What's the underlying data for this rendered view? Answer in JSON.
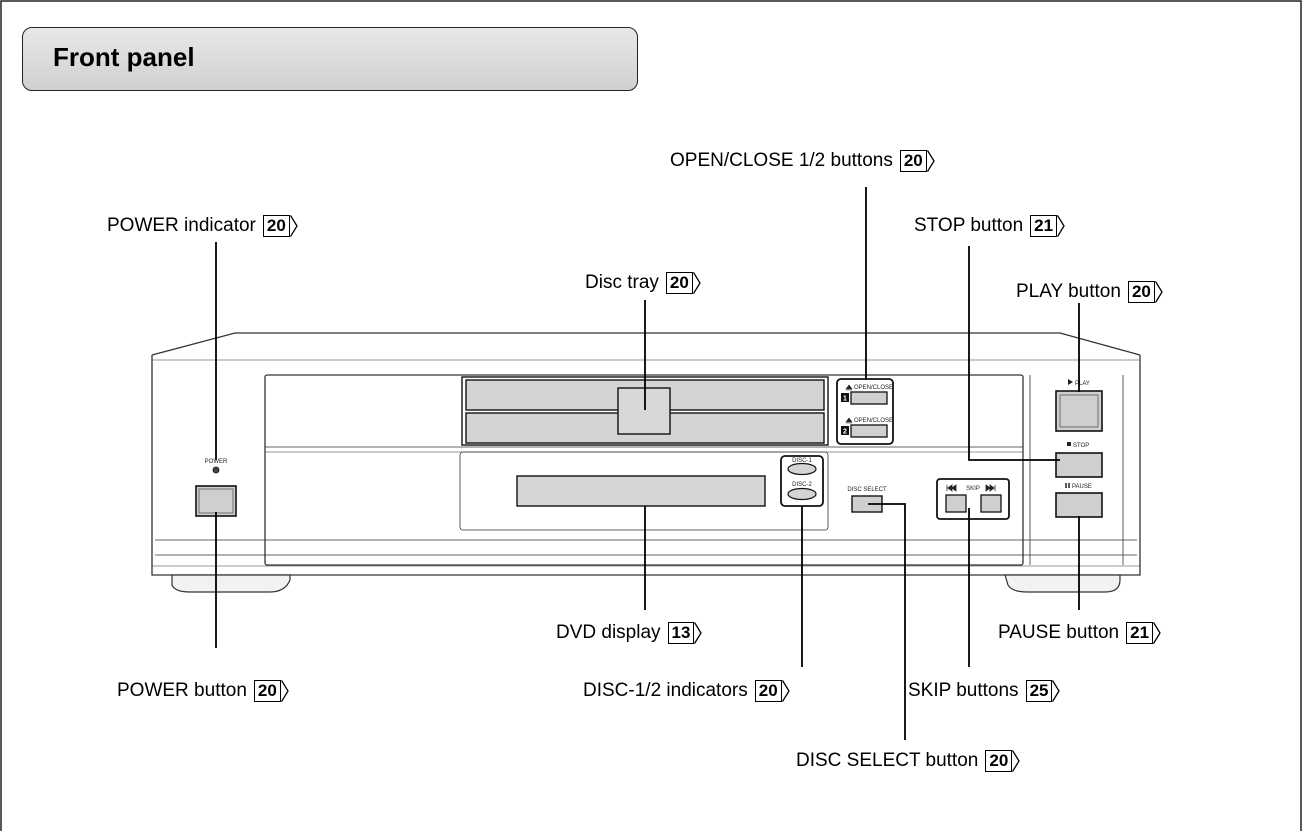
{
  "header": {
    "title": "Front panel"
  },
  "callouts": {
    "open_close": {
      "label": "OPEN/CLOSE 1/2 buttons",
      "page": "20"
    },
    "power_indicator": {
      "label": "POWER indicator",
      "page": "20"
    },
    "stop": {
      "label": "STOP button",
      "page": "21"
    },
    "disc_tray": {
      "label": "Disc tray",
      "page": "20"
    },
    "play": {
      "label": "PLAY button",
      "page": "20"
    },
    "dvd_display": {
      "label": "DVD display",
      "page": "13"
    },
    "pause": {
      "label": "PAUSE button",
      "page": "21"
    },
    "power_button": {
      "label": "POWER button",
      "page": "20"
    },
    "disc_indicators": {
      "label": "DISC-1/2 indicators",
      "page": "20"
    },
    "skip": {
      "label": "SKIP buttons",
      "page": "25"
    },
    "disc_select": {
      "label": "DISC SELECT button",
      "page": "20"
    }
  },
  "panel_labels": {
    "power": "POWER",
    "open_close_1": "OPEN/CLOSE",
    "open_close_2": "OPEN/CLOSE",
    "tray_1": "1",
    "tray_2": "2",
    "disc_1": "DISC-1",
    "disc_2": "DISC-2",
    "disc_select": "DISC SELECT",
    "skip": "SKIP",
    "play": "PLAY",
    "stop": "STOP",
    "pause": "PAUSE"
  }
}
